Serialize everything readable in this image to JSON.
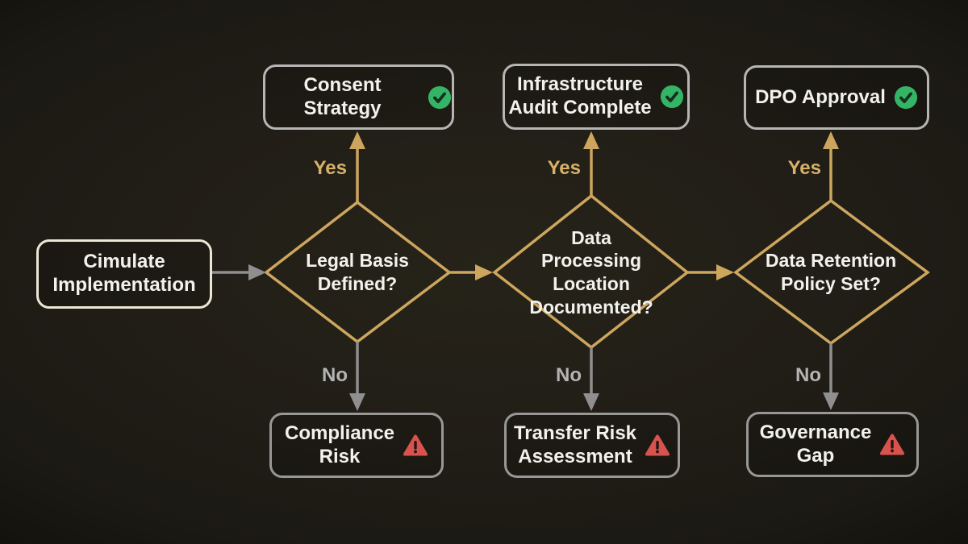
{
  "colors": {
    "background": "#201d17",
    "gold": "#cda65e",
    "gold_text": "#d8b269",
    "gray": "#8f8f8f",
    "no_gray": "#b4b4b4",
    "text": "#f3f1ec",
    "green": "#34b566",
    "green_dark": "#17301f",
    "red": "#d9534e",
    "red_dark": "#2a1513",
    "start_border": "#ece6d6",
    "top_border": "#b5b5b3",
    "bottom_border": "#979795"
  },
  "flow": {
    "start": {
      "label": "Cimulate\nImplementation"
    },
    "columns": [
      {
        "decision": "Legal Basis\nDefined?",
        "yes_label": "Yes",
        "no_label": "No",
        "success": "Consent Strategy",
        "success_icon": "check-circle",
        "risk": "Compliance\nRisk",
        "risk_icon": "warning-triangle"
      },
      {
        "decision": "Data\nProcessing\nLocation\nDocumented?",
        "yes_label": "Yes",
        "no_label": "No",
        "success": "Infrastructure\nAudit Complete",
        "success_icon": "check-circle",
        "risk": "Transfer Risk\nAssessment",
        "risk_icon": "warning-triangle"
      },
      {
        "decision": "Data Retention\nPolicy Set?",
        "yes_label": "Yes",
        "no_label": "No",
        "success": "DPO Approval",
        "success_icon": "check-circle",
        "risk": "Governance\nGap",
        "risk_icon": "warning-triangle"
      }
    ]
  }
}
